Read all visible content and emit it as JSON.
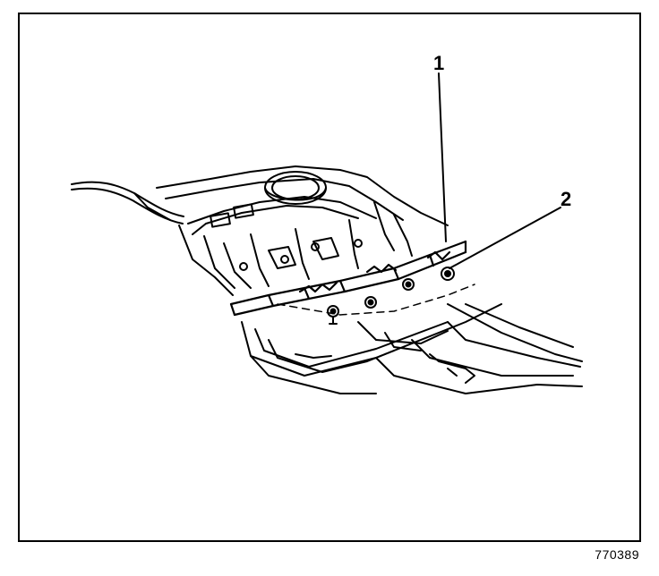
{
  "figure": {
    "id": "770389",
    "callouts": [
      {
        "number": "1"
      },
      {
        "number": "2"
      }
    ]
  }
}
